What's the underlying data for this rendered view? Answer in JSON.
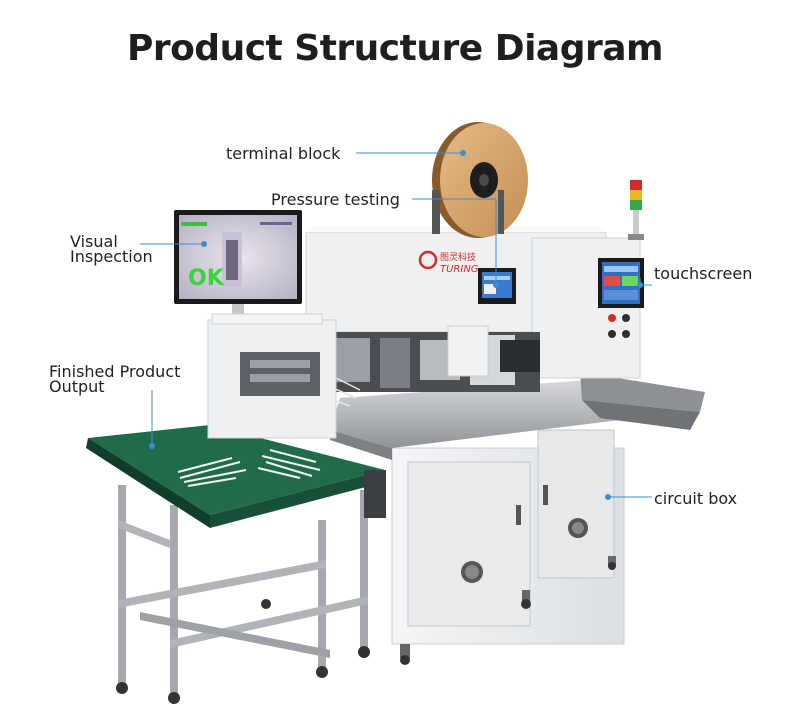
{
  "title": "Product Structure Diagram",
  "labels": {
    "terminal_block": "terminal block",
    "pressure_testing": "Pressure testing",
    "visual_inspection_line1": "Visual",
    "visual_inspection_line2": "Inspection",
    "touchscreen": "touchscreen",
    "finished_output_line1": "Finished Product",
    "finished_output_line2": "Output",
    "circuit_box": "circuit box"
  },
  "monitor": {
    "status": "OK"
  },
  "brand": {
    "name_cn": "图灵科技",
    "name_en": "TURING"
  },
  "colors": {
    "machine_white": "#eef0f2",
    "steel": "#b9bcc0",
    "conveyor_green": "#1f6b4a",
    "leader_blue": "#3a8fd0",
    "reel_tan": "#d7a76e",
    "ok_green": "#3ad33a",
    "brand_red": "#d62b2b"
  }
}
